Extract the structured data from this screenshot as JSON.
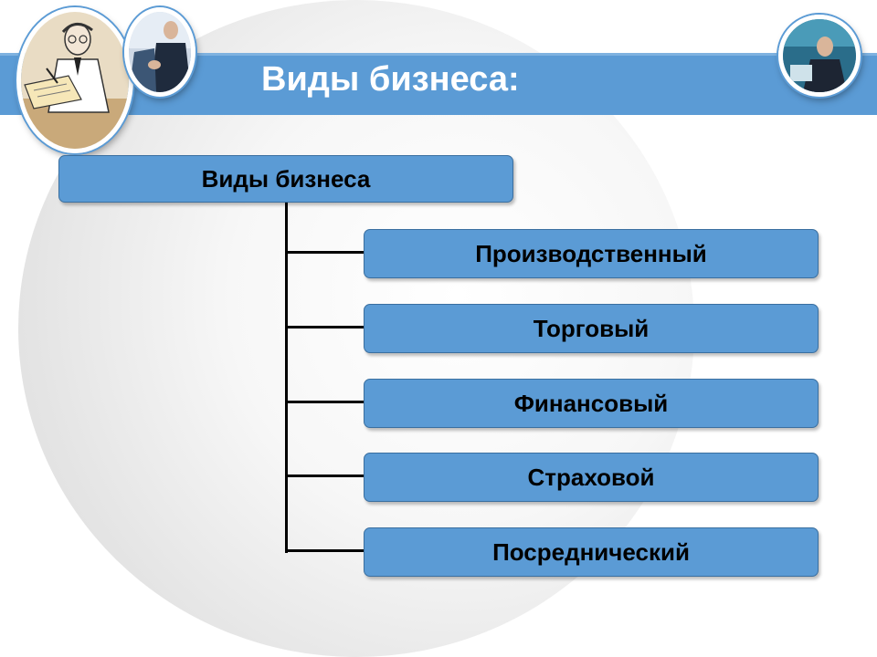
{
  "slide": {
    "title": "Виды бизнеса:"
  },
  "diagram": {
    "root": {
      "label": "Виды бизнеса"
    },
    "children": [
      {
        "label": "Производственный"
      },
      {
        "label": "Торговый"
      },
      {
        "label": "Финансовый"
      },
      {
        "label": "Страховой"
      },
      {
        "label": "Посреднический"
      }
    ]
  },
  "colors": {
    "accent": "#5b9bd5",
    "node_border": "#3a6fa0",
    "text": "#000000",
    "title_text": "#ffffff"
  }
}
